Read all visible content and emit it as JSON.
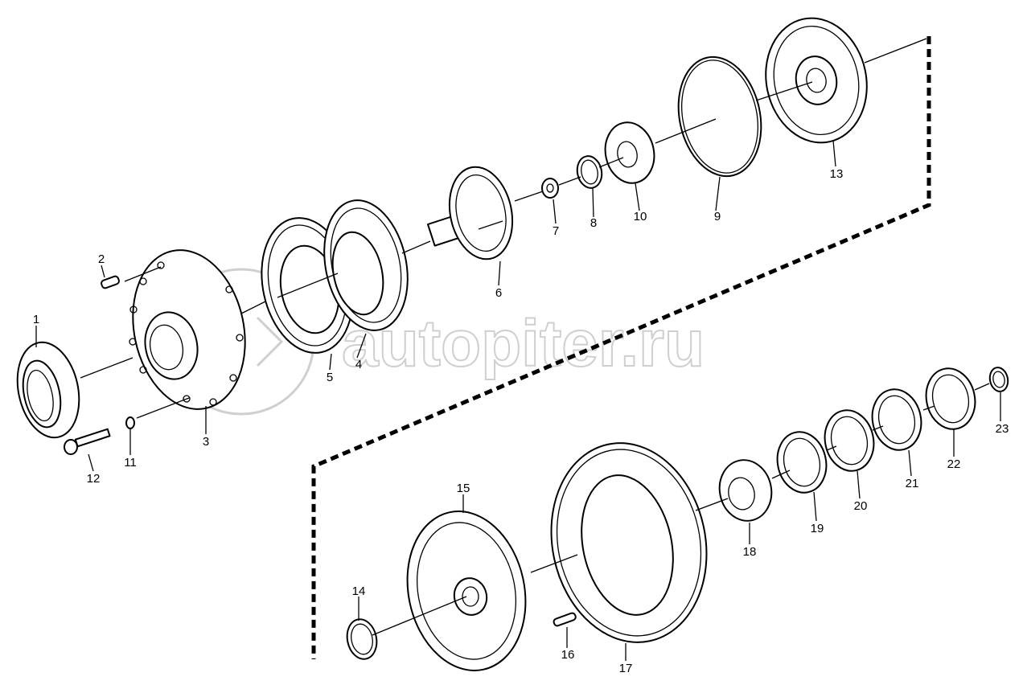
{
  "watermark": "autopiter.ru",
  "callouts": [
    {
      "id": "1",
      "label": "1"
    },
    {
      "id": "2",
      "label": "2"
    },
    {
      "id": "3",
      "label": "3"
    },
    {
      "id": "4",
      "label": "4"
    },
    {
      "id": "5",
      "label": "5"
    },
    {
      "id": "6",
      "label": "6"
    },
    {
      "id": "7",
      "label": "7"
    },
    {
      "id": "8",
      "label": "8"
    },
    {
      "id": "9",
      "label": "9"
    },
    {
      "id": "10",
      "label": "10"
    },
    {
      "id": "11",
      "label": "11"
    },
    {
      "id": "12",
      "label": "12"
    },
    {
      "id": "13",
      "label": "13"
    },
    {
      "id": "14",
      "label": "14"
    },
    {
      "id": "15",
      "label": "15"
    },
    {
      "id": "16",
      "label": "16"
    },
    {
      "id": "17",
      "label": "17"
    },
    {
      "id": "18",
      "label": "18"
    },
    {
      "id": "19",
      "label": "19"
    },
    {
      "id": "20",
      "label": "20"
    },
    {
      "id": "21",
      "label": "21"
    },
    {
      "id": "22",
      "label": "22"
    },
    {
      "id": "23",
      "label": "23"
    }
  ]
}
